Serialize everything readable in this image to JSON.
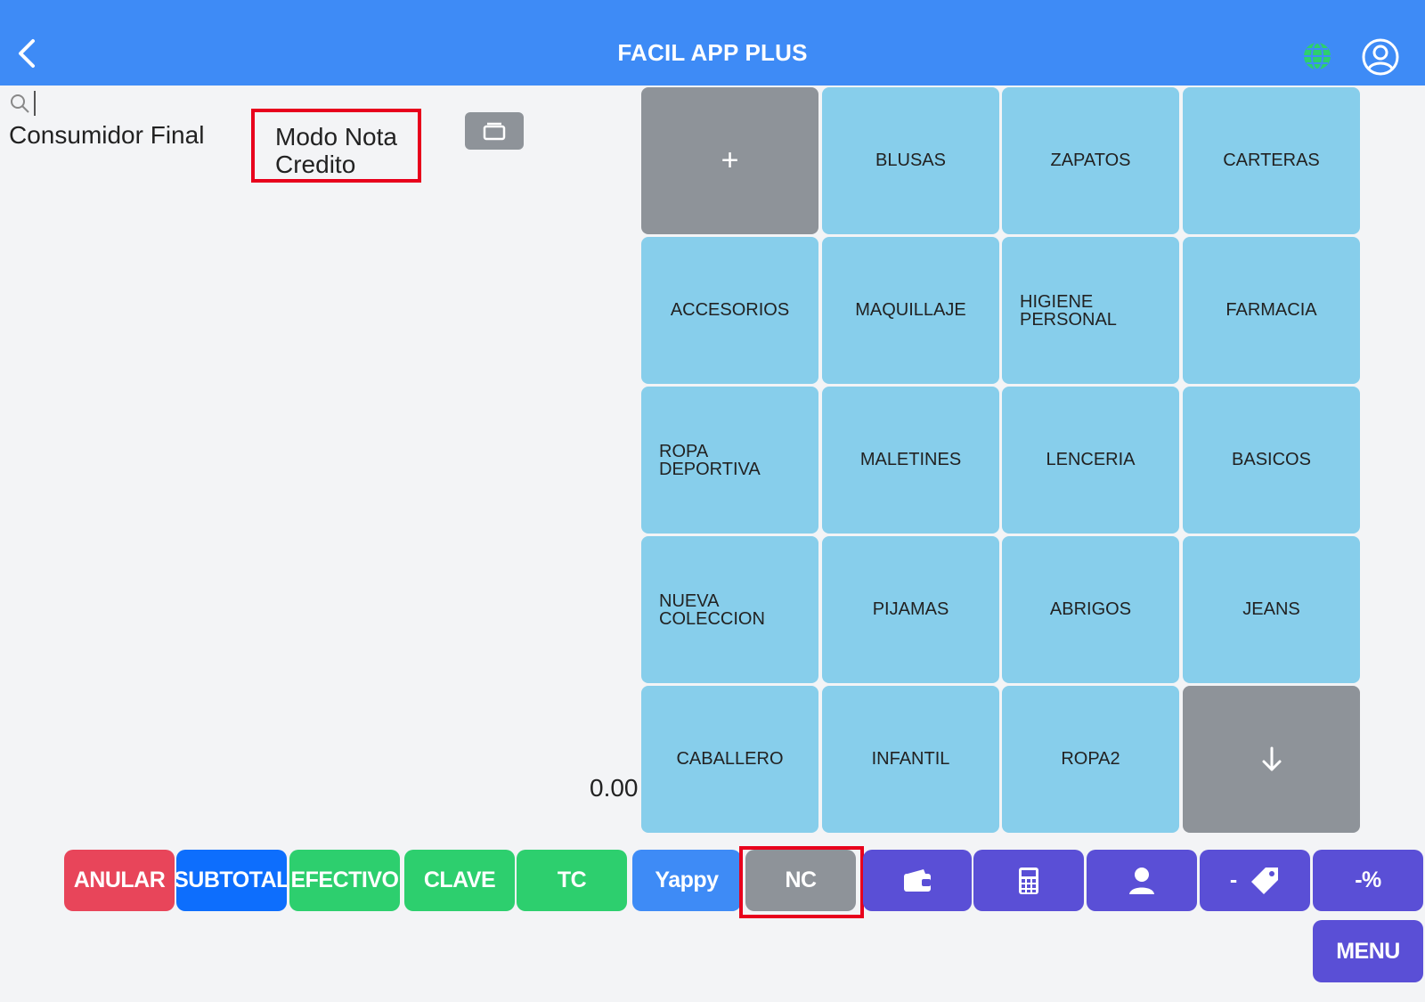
{
  "header": {
    "title": "FACIL APP PLUS",
    "back_icon": "chevron-left-icon",
    "globe_icon": "globe-icon",
    "user_icon": "user-circle-icon"
  },
  "left_panel": {
    "customer": "Consumidor Final",
    "mode_label": "Modo Nota Credito",
    "total": "0.00"
  },
  "categories": {
    "add_label": "+",
    "down_icon": "arrow-down-icon",
    "items": [
      "BLUSAS",
      "ZAPATOS",
      "CARTERAS",
      "ACCESORIOS",
      "MAQUILLAJE",
      "HIGIENE\nPERSONAL",
      "FARMACIA",
      "ROPA\nDEPORTIVA",
      "MALETINES",
      "LENCERIA",
      "BASICOS",
      "NUEVA\nCOLECCION",
      "PIJAMAS",
      "ABRIGOS",
      "JEANS",
      "CABALLERO",
      "INFANTIL",
      "ROPA2"
    ]
  },
  "actions": {
    "anular": "ANULAR",
    "subtotal": "SUBTOTAL",
    "efectivo": "EFECTIVO",
    "clave": "CLAVE",
    "tc": "TC",
    "yappy": "Yappy",
    "nc": "NC",
    "discount": "- ",
    "percent": "-%",
    "menu": "MENU"
  },
  "colors": {
    "header": "#3e8bf6",
    "tile": "#87ceeb",
    "tile_gray": "#8e9399",
    "red": "#e8455a",
    "green": "#2dcf6e",
    "purple": "#5a4fd6",
    "highlight": "#e8001c"
  }
}
